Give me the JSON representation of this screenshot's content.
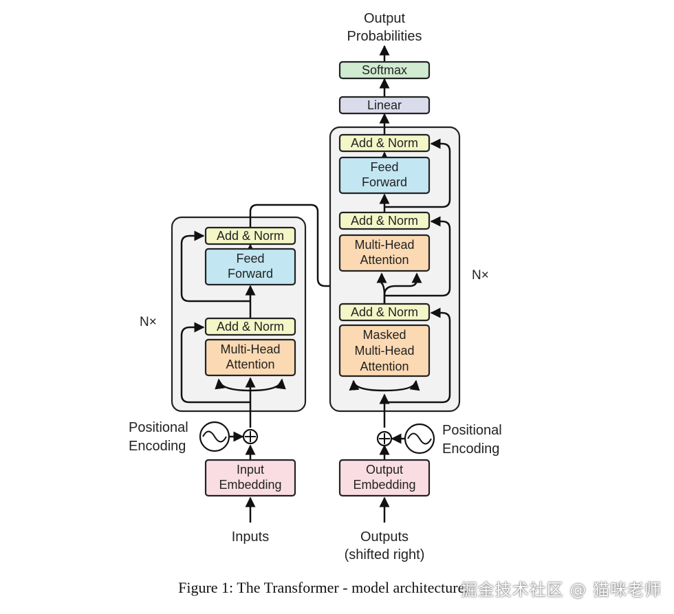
{
  "top_output": {
    "line1": "Output",
    "line2": "Probabilities"
  },
  "softmax": "Softmax",
  "linear": "Linear",
  "encoder": {
    "add_norm_top": "Add & Norm",
    "feed_forward": [
      "Feed",
      "Forward"
    ],
    "add_norm_bottom": "Add & Norm",
    "attention": [
      "Multi-Head",
      "Attention"
    ],
    "repeat": "N×",
    "positional_encoding": [
      "Positional",
      "Encoding"
    ],
    "embedding": [
      "Input",
      "Embedding"
    ],
    "input_label": "Inputs"
  },
  "decoder": {
    "add_norm_top": "Add & Norm",
    "feed_forward": [
      "Feed",
      "Forward"
    ],
    "add_norm_mid": "Add & Norm",
    "attention": [
      "Multi-Head",
      "Attention"
    ],
    "add_norm_bottom": "Add & Norm",
    "masked_attention": [
      "Masked",
      "Multi-Head",
      "Attention"
    ],
    "repeat": "N×",
    "positional_encoding": [
      "Positional",
      "Encoding"
    ],
    "embedding": [
      "Output",
      "Embedding"
    ],
    "input_label": [
      "Outputs",
      "(shifted right)"
    ]
  },
  "caption": "Figure 1: The Transformer - model architecture.",
  "watermark": "掘金技术社区 @ 猫咪老师",
  "colors": {
    "add_norm": "#f3f6c6",
    "feed_forward": "#c2e6f2",
    "attention": "#fbd9b3",
    "embedding": "#f9dde3",
    "softmax": "#d0ebd0",
    "linear": "#dadcec",
    "stack_bg": "#f2f2f2"
  }
}
